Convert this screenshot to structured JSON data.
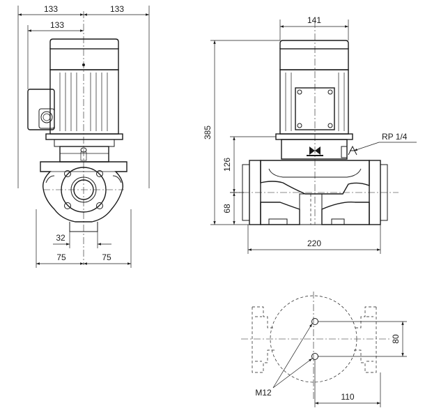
{
  "dimensions": {
    "front_overall_left": "133",
    "front_overall_right": "133",
    "front_motor_offset": "133",
    "front_port_spacing": "32",
    "front_base_left": "75",
    "front_base_right": "75",
    "side_motor_width": "141",
    "side_total_height": "385",
    "side_port_to_motor": "126",
    "side_port_height": "68",
    "side_base_width": "220",
    "side_gauge_port": "RP 1/4",
    "bottom_bolt_spacing": "80",
    "bottom_bolt_offset": "110",
    "bottom_bolt_thread": "M12"
  }
}
